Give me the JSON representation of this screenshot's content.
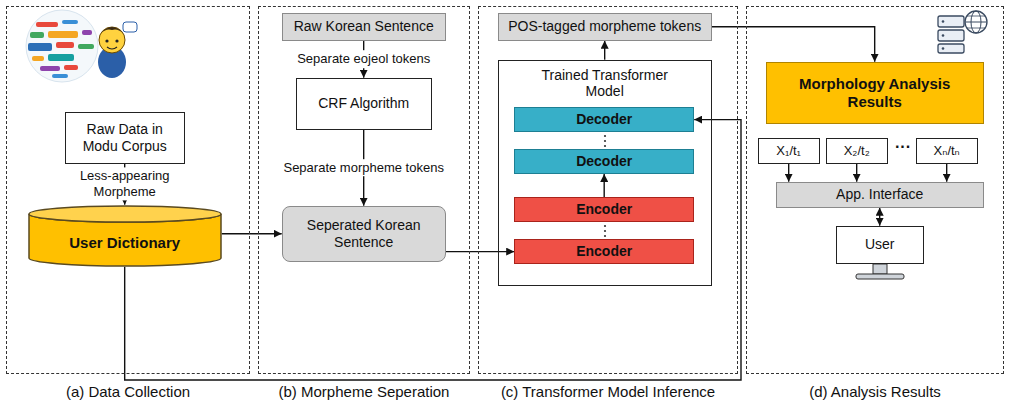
{
  "diagram": {
    "nodes": [
      {
        "text": [
          "(a) Data Collection"
        ]
      },
      {
        "text": [
          "Raw Data in Modu Corpus"
        ],
        "in": 0
      },
      {
        "text": [
          "User Dictionary"
        ],
        "in": 0
      },
      {
        "text": [
          "(b) Morpheme Seperation"
        ]
      },
      {
        "text": [
          "Raw Korean Sentence"
        ],
        "in": 3
      },
      {
        "text": [
          "CRF Algorithm"
        ],
        "in": 3
      },
      {
        "text": [
          "Seperated Korean Sentence"
        ],
        "in": 3
      },
      {
        "text": [
          "(c) Transformer Model Inference"
        ]
      },
      {
        "text": [
          "POS-tagged morpheme tokens"
        ],
        "in": 7
      },
      {
        "text": [
          "Trained Transformer Model"
        ],
        "in": 7
      },
      {
        "text": [
          "Decoder"
        ],
        "in": 9
      },
      {
        "text": [
          "Decoder"
        ],
        "in": 9
      },
      {
        "text": [
          "Encoder"
        ],
        "in": 9
      },
      {
        "text": [
          "Encoder"
        ],
        "in": 9
      },
      {
        "text": [
          "(d) Analysis Results"
        ]
      },
      {
        "text": [
          "Morphology Analysis Results"
        ],
        "in": 14
      },
      {
        "text": [
          "X₁/t₁"
        ],
        "in": 14
      },
      {
        "text": [
          "X₂/t₂"
        ],
        "in": 14
      },
      {
        "text": [
          "Xₙ/tₙ"
        ],
        "in": 14
      },
      {
        "text": [
          "App. Interface"
        ],
        "in": 14
      },
      {
        "text": [
          "User"
        ],
        "in": 14
      }
    ],
    "edges": [
      {
        "from": 1,
        "to": 2,
        "arrow": "to",
        "label": "Less-appearing Morpheme"
      },
      {
        "from": 2,
        "to": 6,
        "arrow": "to"
      },
      {
        "from": 2,
        "to": 10,
        "arrow": "to"
      },
      {
        "from": 4,
        "to": 5,
        "arrow": "to",
        "label": "Separate eojeol tokens"
      },
      {
        "from": 5,
        "to": 6,
        "arrow": "to",
        "label": "Separate morpheme tokens"
      },
      {
        "from": 6,
        "to": 13,
        "arrow": "to"
      },
      {
        "from": 12,
        "to": 11,
        "arrow": "to"
      },
      {
        "from": 9,
        "to": 8,
        "arrow": "to"
      },
      {
        "from": 8,
        "to": 15,
        "arrow": "to"
      },
      {
        "from": 16,
        "to": 19,
        "arrow": "to"
      },
      {
        "from": 17,
        "to": 19,
        "arrow": "to"
      },
      {
        "from": 18,
        "to": 19,
        "arrow": "to"
      },
      {
        "from": 19,
        "to": 20,
        "arrow": "both"
      }
    ],
    "labels": [
      "···"
    ]
  }
}
